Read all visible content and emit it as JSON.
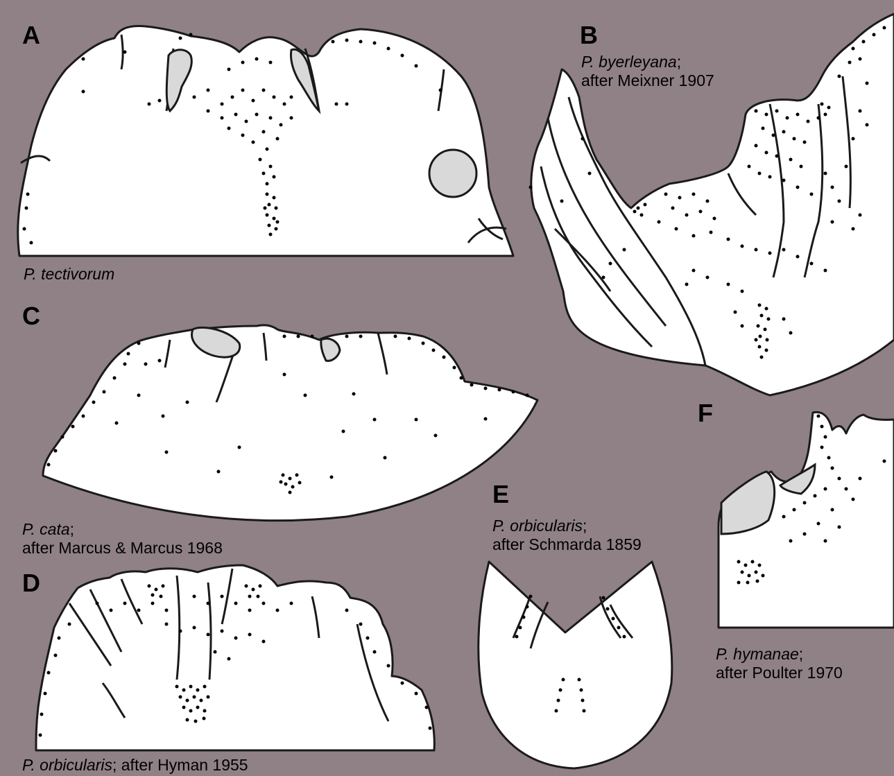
{
  "colors": {
    "background": "#8f8185",
    "tissue": "#ffffff",
    "outline": "#1a1a1a",
    "pigment": "#000000",
    "pouch": "#d9d9d9"
  },
  "panels": [
    {
      "id": "A",
      "letter": "A",
      "species": "P. tectivorum",
      "source": ""
    },
    {
      "id": "B",
      "letter": "B",
      "species": "P. byerleyana",
      "source": "after Meixner 1907"
    },
    {
      "id": "C",
      "letter": "C",
      "species": "P. cata",
      "source": "after Marcus & Marcus 1968"
    },
    {
      "id": "D",
      "letter": "D",
      "species": "P. orbicularis",
      "source": "after Hyman 1955"
    },
    {
      "id": "E",
      "letter": "E",
      "species": "P. orbicularis",
      "source": "after Schmarda 1859"
    },
    {
      "id": "F",
      "letter": "F",
      "species": "P. hymanae",
      "source": "after Poulter 1970"
    }
  ]
}
